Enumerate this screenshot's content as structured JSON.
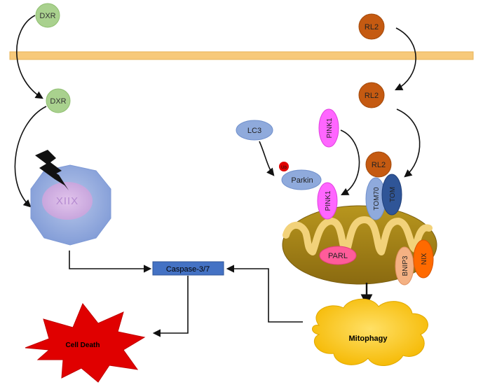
{
  "labels": {
    "dxr_top": "DXR",
    "dxr_inside": "DXR",
    "rl2_top": "RL2",
    "rl2_mid": "RL2",
    "rl2_bound": "RL2",
    "lc3": "LC3",
    "pink1_free": "PINK1",
    "pink1_bound": "PINK1",
    "ub": "Ub",
    "parkin": "Parkin",
    "tom70": "TOM70",
    "tom": "TOM",
    "parl": "PARL",
    "bnip3": "BNIP3",
    "nix": "NIX",
    "caspase": "Caspase-3/7",
    "cell_death": "Cell Death",
    "mitophagy": "Mitophagy"
  },
  "colors": {
    "membrane": "#f7c97a",
    "dxr": "#a9d18e",
    "rl2": "#c55a11",
    "lc3": "#8faadc",
    "pink1": "#ff66ff",
    "parkin": "#8faadc",
    "ub": "#e00000",
    "tom70": "#8faadc",
    "tom": "#2f5597",
    "mitochondria": "#a08018",
    "mito_inner": "#f2d27a",
    "parl": "#ff5c9a",
    "bnip3": "#f4b183",
    "nix": "#ff6a00",
    "caspase": "#4472c4",
    "cell_death": "#e00000",
    "mitophagy": "#ffc000",
    "nucleus_cell": "#8faadc",
    "nucleus": "#c9a0dc"
  }
}
